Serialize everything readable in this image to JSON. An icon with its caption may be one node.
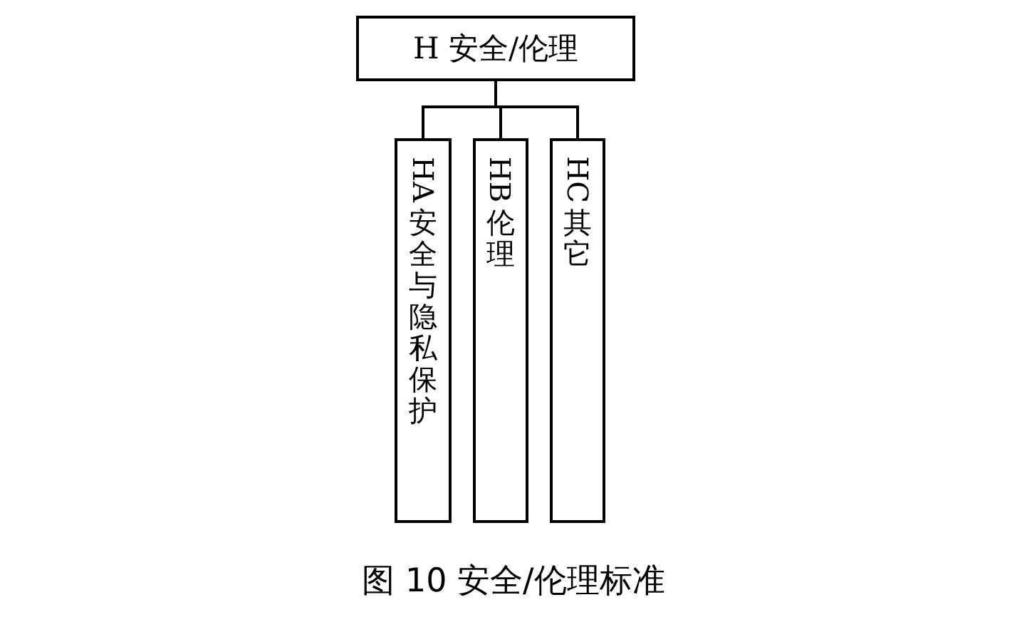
{
  "diagram": {
    "caption": "图 10 安全/伦理标准",
    "nodes": [
      {
        "text": [
          "H 安全/伦理"
        ]
      },
      {
        "text": [
          "HA 安全与隐私保护"
        ]
      },
      {
        "text": [
          "HB 伦理"
        ]
      },
      {
        "text": [
          "HC 其它"
        ]
      }
    ],
    "edges": [
      {
        "from": 0,
        "to": 1,
        "arrow": "none"
      },
      {
        "from": 0,
        "to": 2,
        "arrow": "none"
      },
      {
        "from": 0,
        "to": 3,
        "arrow": "none"
      }
    ]
  }
}
